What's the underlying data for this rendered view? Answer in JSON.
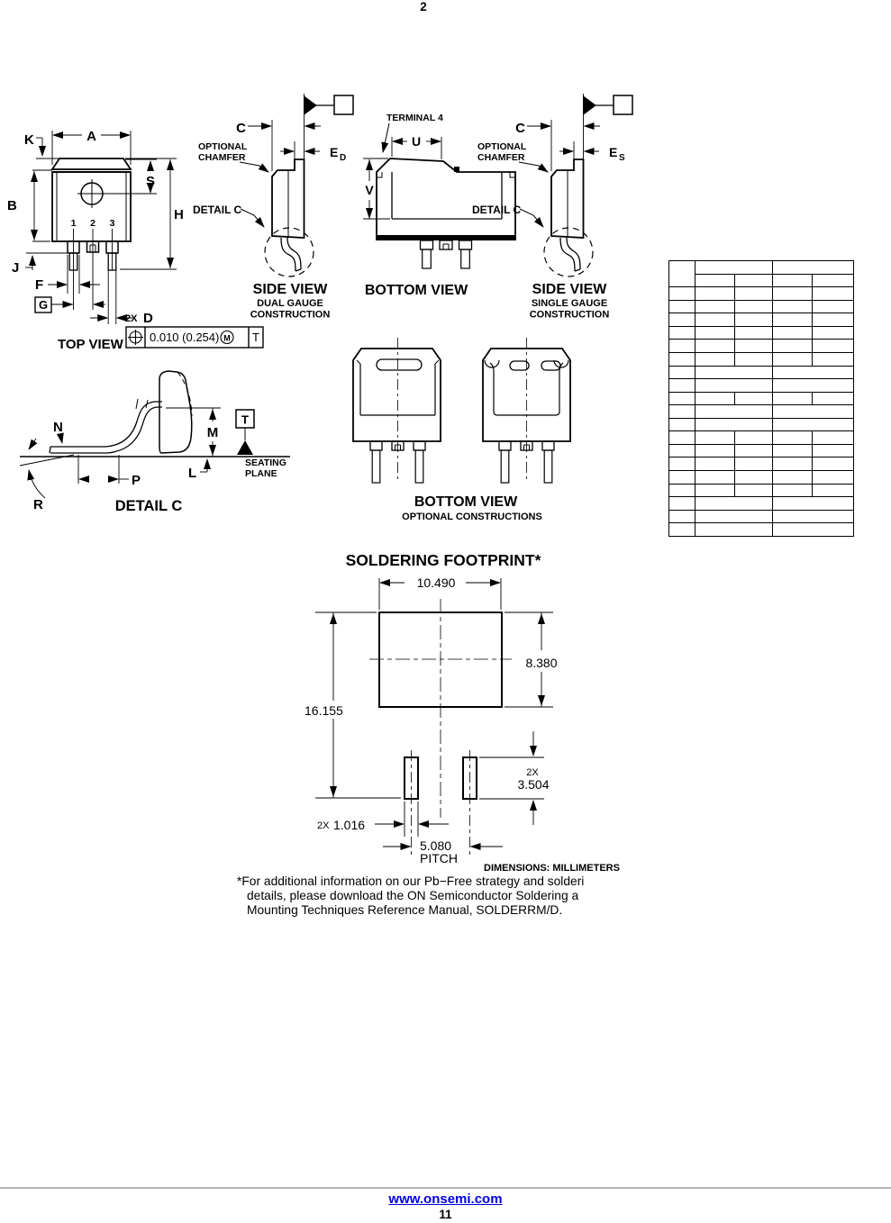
{
  "page": {
    "top_page_number": "2",
    "footer": {
      "url": "www.onsemi.com",
      "page_number": "11"
    }
  },
  "top_view": {
    "title": "TOP VIEW",
    "pins": [
      "1",
      "2",
      "3"
    ],
    "dim_a": "A",
    "dim_b": "B",
    "dim_k": "K",
    "dim_s": "S",
    "dim_h": "H",
    "dim_j": "J",
    "dim_f": "F",
    "dim_g": "G",
    "dim_d": "D",
    "dim_d_qty": "2X",
    "tolerance": {
      "value": "0.010 (0.254)",
      "modifier": "M",
      "datum": "T"
    }
  },
  "side_view_dual": {
    "title": "SIDE VIEW",
    "subtitle_line1": "DUAL GAUGE",
    "subtitle_line2": "CONSTRUCTION",
    "dim_c": "C",
    "dim_e": "E",
    "dim_e_sub": "D",
    "chamfer_line1": "OPTIONAL",
    "chamfer_line2": "CHAMFER",
    "detail_callout": "DETAIL C"
  },
  "bottom_view": {
    "title": "BOTTOM VIEW",
    "terminal_label": "TERMINAL 4",
    "dim_u": "U",
    "dim_v": "V"
  },
  "side_view_single": {
    "title": "SIDE VIEW",
    "subtitle_line1": "SINGLE GAUGE",
    "subtitle_line2": "CONSTRUCTION",
    "dim_c": "C",
    "dim_e": "E",
    "dim_e_sub": "S",
    "chamfer_line1": "OPTIONAL",
    "chamfer_line2": "CHAMFER",
    "detail_callout": "DETAIL C"
  },
  "detail_c": {
    "title": "DETAIL C",
    "dim_n": "N",
    "dim_m": "M",
    "dim_p": "P",
    "dim_l": "L",
    "dim_r": "R",
    "datum": "T",
    "seating_line1": "SEATING",
    "seating_line2": "PLANE"
  },
  "bottom_view_optional": {
    "title": "BOTTOM VIEW",
    "subtitle": "OPTIONAL CONSTRUCTIONS"
  },
  "soldering_footprint": {
    "title": "SOLDERING FOOTPRINT*",
    "dim_width": "10.490",
    "dim_height": "8.380",
    "dim_total_height": "16.155",
    "pad_height_qty": "2X",
    "pad_height": "3.504",
    "pad_width_qty": "2X",
    "pad_width": "1.016",
    "pitch_value": "5.080",
    "pitch_label": "PITCH",
    "units_note": "DIMENSIONS: MILLIMETERS"
  },
  "footnote": {
    "line1": "*For additional information on our Pb−Free strategy and solderi",
    "line2": "details, please download the ON Semiconductor Soldering a",
    "line3": "Mounting Techniques Reference Manual, SOLDERRM/D."
  }
}
